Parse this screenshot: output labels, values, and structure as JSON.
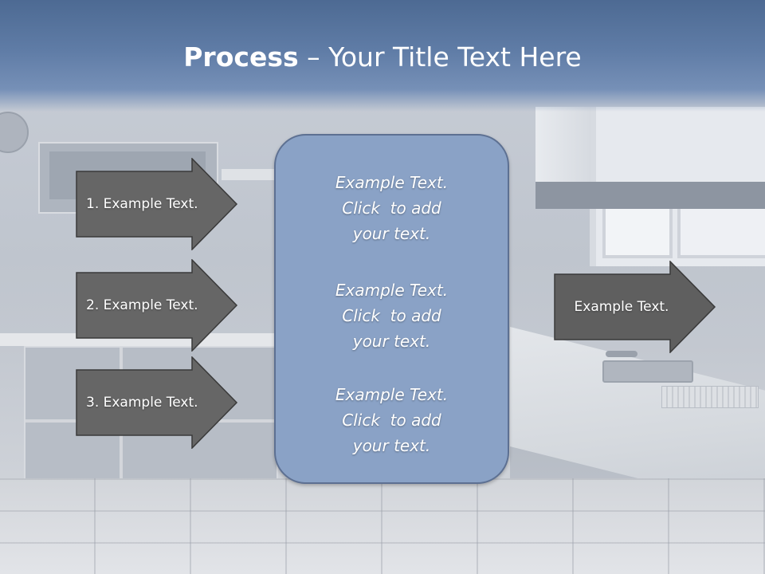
{
  "slide": {
    "title_bold": "Process",
    "title_rest": " – Your Title Text Here"
  },
  "arrows": [
    {
      "label": "1. Example Text."
    },
    {
      "label": "2. Example Text."
    },
    {
      "label": "3. Example Text."
    }
  ],
  "output_arrow": {
    "label": "Example Text."
  },
  "panel": {
    "blocks": [
      {
        "lines": [
          "Example Text.",
          "Click  to add",
          "your text."
        ]
      },
      {
        "lines": [
          "Example Text.",
          "Click  to add",
          "your text."
        ]
      },
      {
        "lines": [
          "Example Text.",
          "Click  to add",
          "your text."
        ]
      }
    ]
  },
  "colors": {
    "title_bar": "#5f7ca6",
    "arrow_fill": "#666666",
    "panel_fill": "#8aa2c6",
    "panel_border": "#5d7092",
    "text": "#ffffff"
  },
  "icons": {
    "arrow_shape": "right-pointing-pentagon-arrow"
  }
}
